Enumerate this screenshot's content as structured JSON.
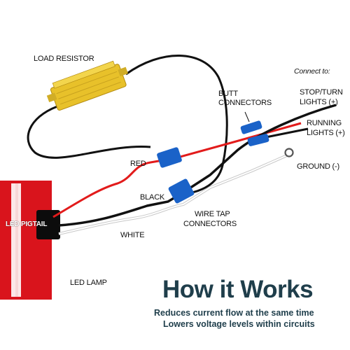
{
  "labels": {
    "load_resistor": "LOAD RESISTOR",
    "connect_to": "Connect to:",
    "butt_connectors_1": "BUTT",
    "butt_connectors_2": "CONNECTORS",
    "stop_turn_1": "STOP/TURN",
    "stop_turn_2": "LIGHTS (+)",
    "running_1": "RUNNING",
    "running_2": "LIGHTS (+)",
    "ground": "GROUND (-)",
    "red": "RED",
    "black": "BLACK",
    "white": "WHITE",
    "wire_tap_1": "WIRE TAP",
    "wire_tap_2": "CONNECTORS",
    "led_pigtail": "LED PIGTAIL",
    "led_lamp": "LED LAMP"
  },
  "footer": {
    "title": "How it Works",
    "line1": "Reduces current flow at the same time",
    "line2": "Lowers voltage levels within circuits"
  },
  "colors": {
    "red_wire": "#e21b1b",
    "black_wire": "#111111",
    "white_wire": "#ffffff",
    "connector_blue": "#1a62c8",
    "resistor_gold": "#e8c12a",
    "lamp_red": "#d9141c",
    "title_navy": "#1f3e4b"
  }
}
